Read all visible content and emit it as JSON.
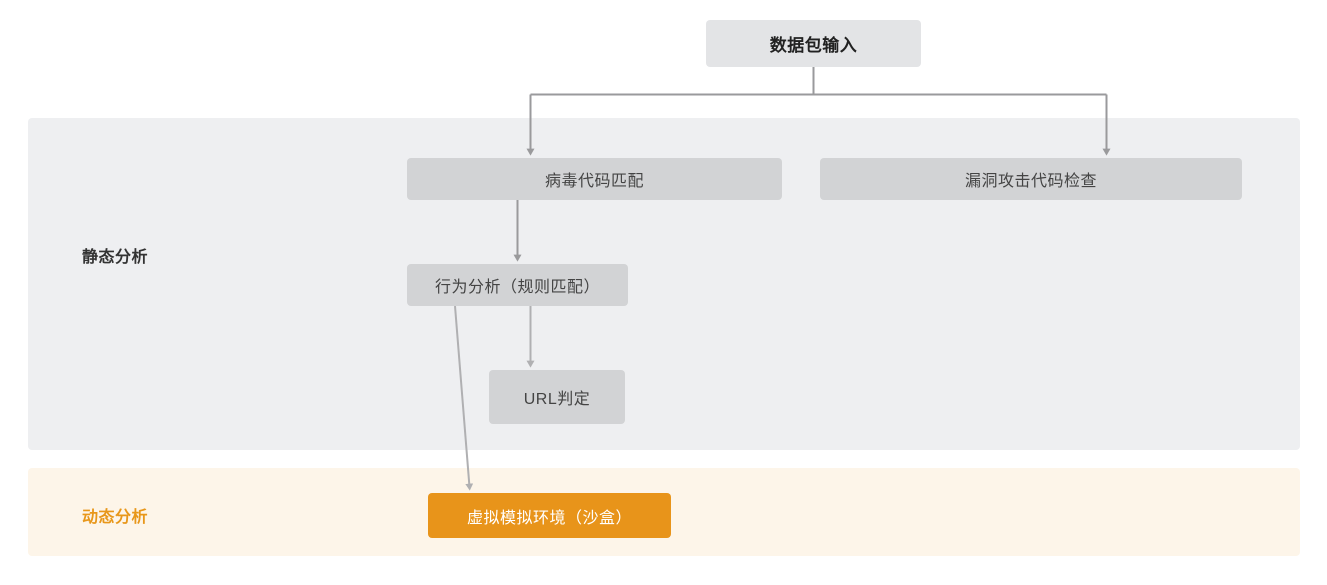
{
  "diagram": {
    "title": "数据包输入",
    "sections": [
      {
        "id": "static",
        "label": "静态分析",
        "color": "#eeeff1"
      },
      {
        "id": "dynamic",
        "label": "动态分析",
        "color": "#fdf5e9"
      }
    ],
    "nodes": {
      "root": "数据包输入",
      "virus_match": "病毒代码匹配",
      "vuln_check": "漏洞攻击代码检查",
      "behavior": "行为分析（规则匹配）",
      "url": "URL判定",
      "sandbox": "虚拟模拟环境（沙盒）"
    },
    "colors": {
      "root_box": "#e3e4e6",
      "gray_box": "#d2d3d5",
      "accent_box": "#e8941a",
      "static_band": "#eeeff1",
      "dynamic_band": "#fdf5e9",
      "accent_text": "#e8971a",
      "arrow_gray": "#9a9a9c",
      "arrow_accent": "#b9b9bb"
    },
    "edges": [
      {
        "from": "root",
        "to": "virus_match"
      },
      {
        "from": "root",
        "to": "vuln_check"
      },
      {
        "from": "virus_match",
        "to": "behavior"
      },
      {
        "from": "behavior",
        "to": "url"
      },
      {
        "from": "behavior",
        "to": "sandbox"
      }
    ]
  }
}
